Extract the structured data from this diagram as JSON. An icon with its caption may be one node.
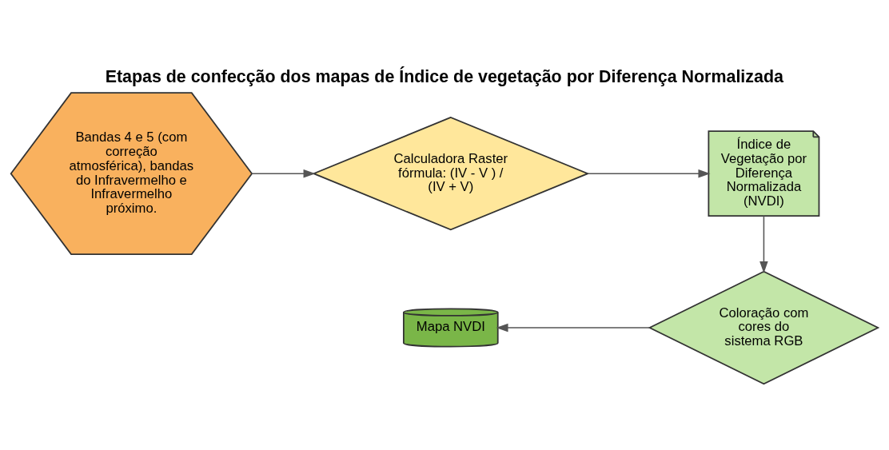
{
  "diagram": {
    "title": "Etapas de confecção dos mapas de Índice de vegetação por Diferença Normalizada",
    "nodes": [
      {
        "text": [
          "Bandas 4 e 5 (com correção atmosférica), bandas do Infravermelho e Infravermelho próximo."
        ]
      },
      {
        "text": [
          "Calculadora Raster fórmula: (IV - V ) / (IV + V)"
        ]
      },
      {
        "text": [
          "Índice de Vegetação por Diferença Normalizada (NVDI)"
        ]
      },
      {
        "text": [
          "Coloração com cores do sistema RGB"
        ]
      },
      {
        "text": [
          "Mapa NVDI"
        ]
      }
    ],
    "edges": [
      {
        "from": 0,
        "to": 1,
        "arrow": "to"
      },
      {
        "from": 1,
        "to": 2,
        "arrow": "to"
      },
      {
        "from": 2,
        "to": 3,
        "arrow": "to"
      },
      {
        "from": 3,
        "to": 4,
        "arrow": "to"
      }
    ]
  }
}
